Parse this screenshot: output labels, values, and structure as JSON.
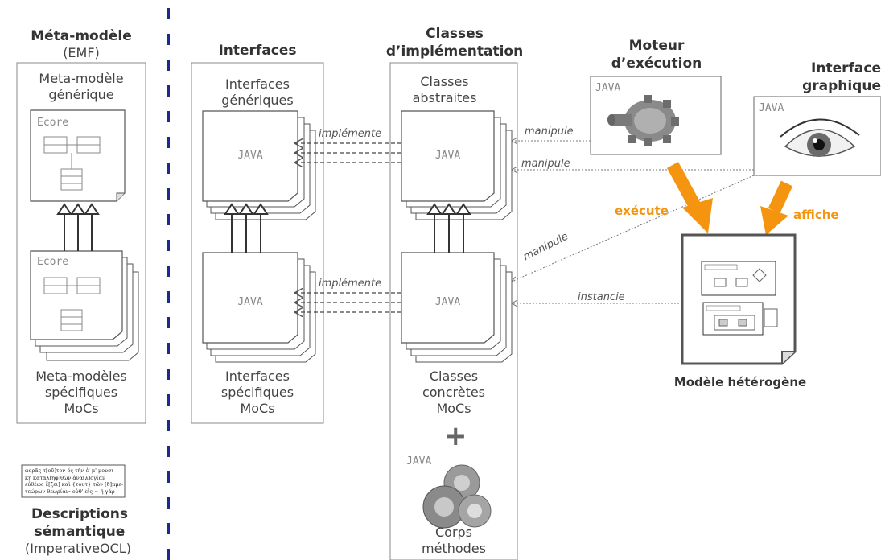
{
  "columns": {
    "meta": {
      "title": "Méta-modèle",
      "subtitle": "(EMF)",
      "top_label": "Meta-modèle\ngénérique",
      "ecore1": "Ecore",
      "ecore2": "Ecore",
      "bottom_label": "Meta-modèles\nspécifiques\nMoCs"
    },
    "interfaces": {
      "title": "Interfaces",
      "top_label": "Interfaces\ngénériques",
      "java1": "JAVA",
      "java2": "JAVA",
      "bottom_label": "Interfaces\nspécifiques\nMoCs"
    },
    "classes": {
      "title": "Classes\nd’implémentation",
      "top_label": "Classes\nabstraites",
      "java1": "JAVA",
      "java2": "JAVA",
      "bottom_label": "Classes\nconcrètes\nMoCs",
      "plus": "+",
      "java3": "JAVA",
      "corps_label": "Corps\nméthodes"
    },
    "engine": {
      "title": "Moteur\nd’exécution",
      "java": "JAVA"
    },
    "gui": {
      "title": "Interface\ngraphique",
      "java": "JAVA"
    },
    "model": {
      "title": "Modèle hétérogène"
    }
  },
  "edges": {
    "implemente1": "implémente",
    "implemente2": "implémente",
    "manipule1": "manipule",
    "manipule2": "manipule",
    "manipule3": "manipule",
    "instancie": "instancie",
    "execute": "exécute",
    "affiche": "affiche"
  },
  "semantics": {
    "title": "Descriptions\nsémantique",
    "subtitle": "(ImperativeOCL)",
    "snippet": "φορᾶς τ[οῦ]τον ὅς τὴν ἐ' μ' μουσι-\nκῇ καταλ[ηφ]θὼν ἀνα[λ]ογίαν\nεὐθέως ἔ[ξει] καὶ {τουτ} τῶν [δ]μμε-\nτεώρων θεωρίαν· οὐθ' εἷς ~ ἢ γάρ-"
  },
  "colors": {
    "divider": "#1a2a8f",
    "orange": "#f5950f",
    "arrow": "#333333"
  }
}
